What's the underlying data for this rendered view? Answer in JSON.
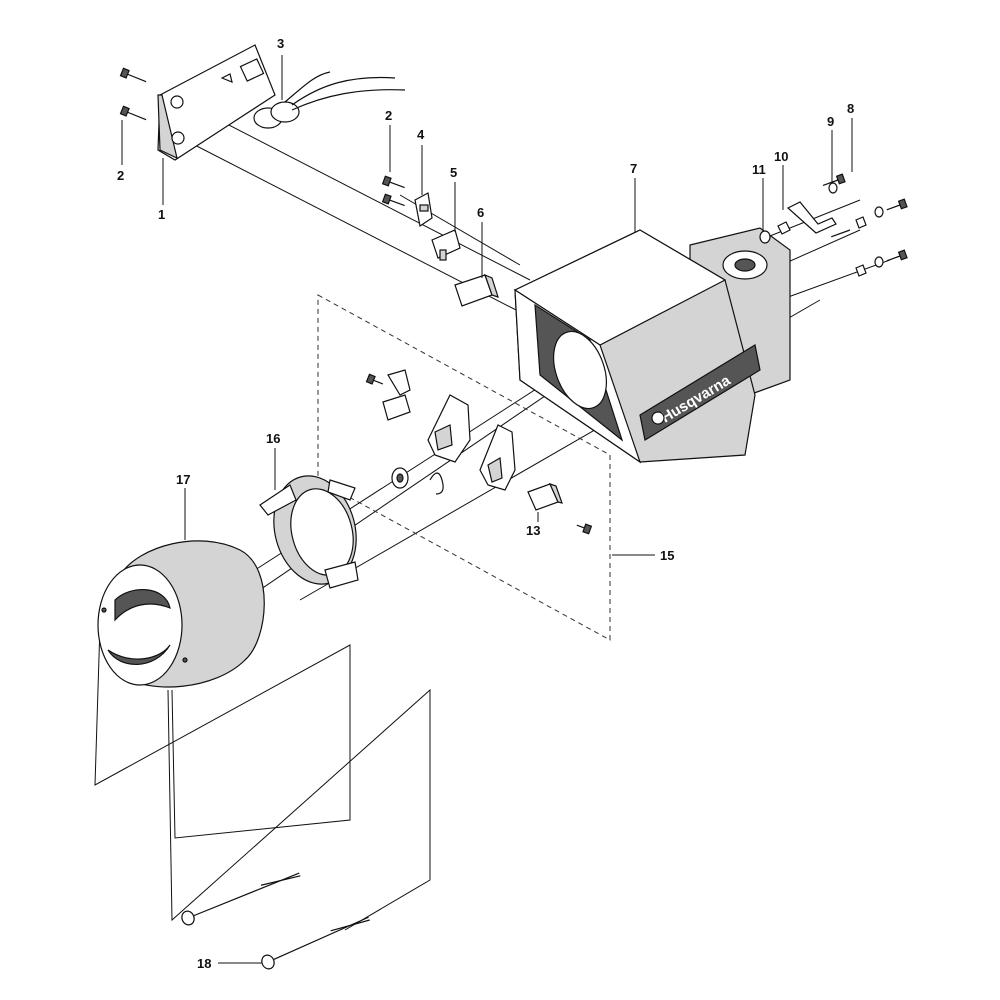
{
  "callouts": {
    "c1": "1",
    "c2a": "2",
    "c2b": "2",
    "c3": "3",
    "c4": "4",
    "c5": "5",
    "c6": "6",
    "c7": "7",
    "c8": "8",
    "c9": "9",
    "c10": "10",
    "c11": "11",
    "c13": "13",
    "c15": "15",
    "c16": "16",
    "c17": "17",
    "c18": "18"
  },
  "brand": {
    "logo_text": "Husqvarna"
  }
}
